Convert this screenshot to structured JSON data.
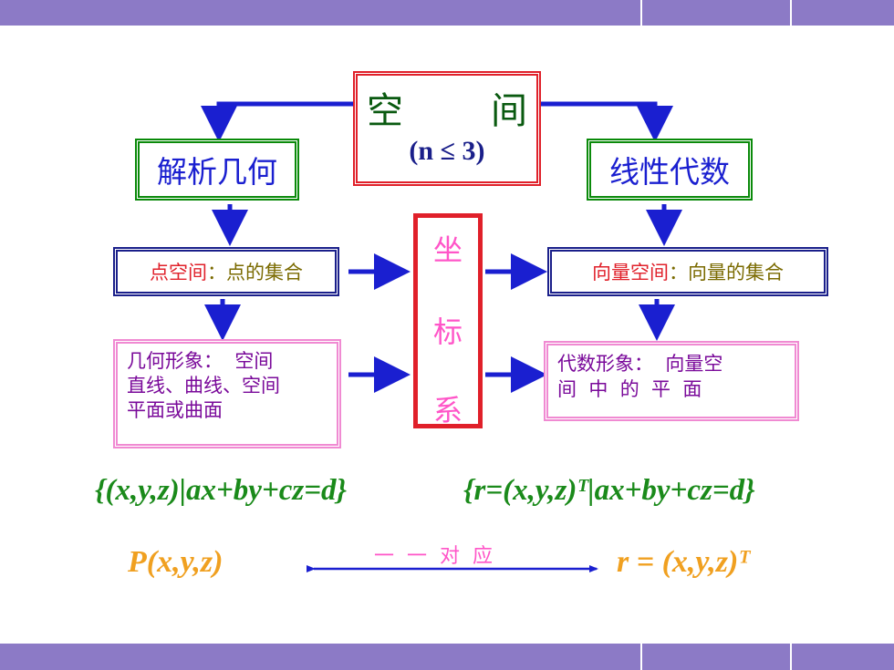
{
  "space_box": {
    "title_left": "空",
    "title_right": "间",
    "condition": "(n ≤ 3)"
  },
  "left_branch": {
    "title": "解析几何",
    "concept_label": "点空间",
    "concept_sep": "：",
    "concept_def": "点的集合",
    "image_lines": [
      "几何形象：  空间",
      "直线、曲线、空间",
      "平面或曲面"
    ]
  },
  "right_branch": {
    "title": "线性代数",
    "concept_label": "向量空间",
    "concept_sep": "：",
    "concept_def": "向量的集合",
    "image_lines": [
      "代数形象：  向量空",
      "间  中  的  平  面"
    ]
  },
  "coordinate_system": {
    "chars": [
      "坐",
      "标",
      "系"
    ]
  },
  "equations": {
    "left_set": "{(x,y,z)|ax+by+cz=d}",
    "right_set": "{r=(x,y,z)ᵀ|ax+by+cz=d}"
  },
  "correspondence": {
    "point": "P(x,y,z)",
    "label": "一  一  对  应",
    "vector": "r = (x,y,z)ᵀ"
  },
  "colors": {
    "bar": "#8c7ac6",
    "green_border": "#0a8a0a",
    "red_border": "#e0202a",
    "navy_border": "#1a1f8a",
    "pink_border": "#f08ad2",
    "arrow_blue": "#1a1fd0",
    "orange_text": "#f0a020"
  }
}
